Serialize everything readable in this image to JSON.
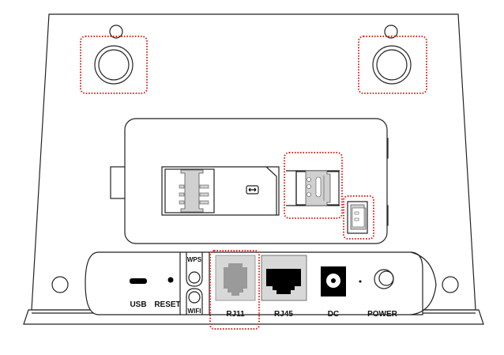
{
  "diagram": {
    "title": "Router rear panel",
    "ports": {
      "usb": "USB",
      "reset": "RESET",
      "wps": "WPS",
      "wifi": "WIFI",
      "rj11": "RJ11",
      "rj45": "RJ45",
      "dc": "DC",
      "power": "POWER"
    },
    "highlight_color": "#e0201a",
    "highlighted": [
      "left-foot",
      "right-foot",
      "micro-sd-slot",
      "micro-usb-port",
      "rj11-port"
    ]
  }
}
